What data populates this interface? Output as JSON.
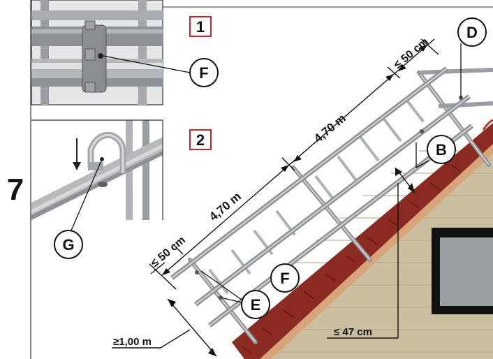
{
  "step": "7",
  "detail_boxes": [
    {
      "number": "1"
    },
    {
      "number": "2"
    }
  ],
  "callouts": {
    "B": "B",
    "D": "D",
    "E": "E",
    "F_top": "F",
    "F_main": "F",
    "G": "G"
  },
  "dimensions": {
    "span_upper": "4,70 m",
    "span_lower": "4,70 m",
    "end_top": "≤ 50 cm",
    "end_bottom": "≤ 50 cm",
    "edge_distance": "≥1,00 m",
    "post_spacing": "≤ 47 cm"
  },
  "colors": {
    "roof_tile": "#8b2a22",
    "wall": "#cbbd9f",
    "metal": "#b9bcc0",
    "box_border": "#c8262b"
  }
}
